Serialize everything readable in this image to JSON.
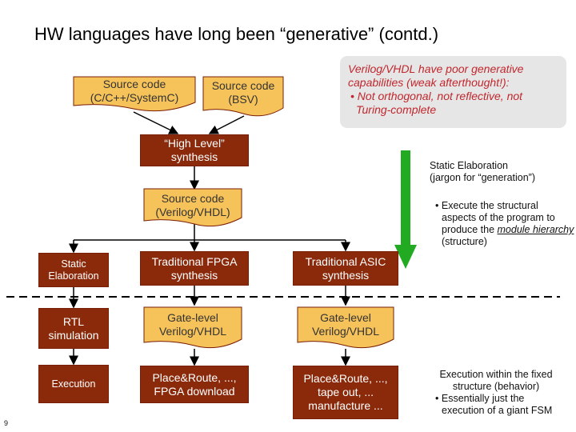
{
  "title": "HW languages have long been “generative” (contd.)",
  "source_c": "Source code (C/C++/SystemC)",
  "source_bsv": "Source code (BSV)",
  "note": {
    "line1": "Verilog/VHDL have poor generative capabilities (weak afterthought!):",
    "bullet": "Not orthogonal, not reflective, not Turing-complete"
  },
  "hls": "“High Level” synthesis",
  "source_verilog": "Source code (Verilog/VHDL)",
  "static_elab_label": {
    "line1": "Static Elaboration",
    "line2": "(jargon for “generation”)",
    "bullet_pre": "Execute the structural aspects of the program to produce the ",
    "bullet_link": "module hierarchy",
    "bullet_post": " (structure)"
  },
  "row_labels": {
    "static": "Static Elaboration",
    "rtl": "RTL simulation",
    "exec": "Execution"
  },
  "fpga": {
    "synth": "Traditional FPGA synthesis",
    "gate": "Gate-level Verilog/VHDL",
    "pnr": "Place&Route, ..., FPGA download"
  },
  "asic": {
    "synth": "Traditional ASIC synthesis",
    "gate": "Gate-level Verilog/VHDL",
    "pnr": "Place&Route, ..., tape out, ... manufacture ..."
  },
  "exec_label": {
    "line1": "Execution within the fixed structure (behavior)",
    "bullet": "Essentially just the execution of a giant FSM"
  },
  "page_number": "9",
  "colors": {
    "doc_fill": "#f6c25a",
    "box_fill": "#8b2a0b",
    "note_text": "#c1272d",
    "arrow": "#22aa22"
  }
}
